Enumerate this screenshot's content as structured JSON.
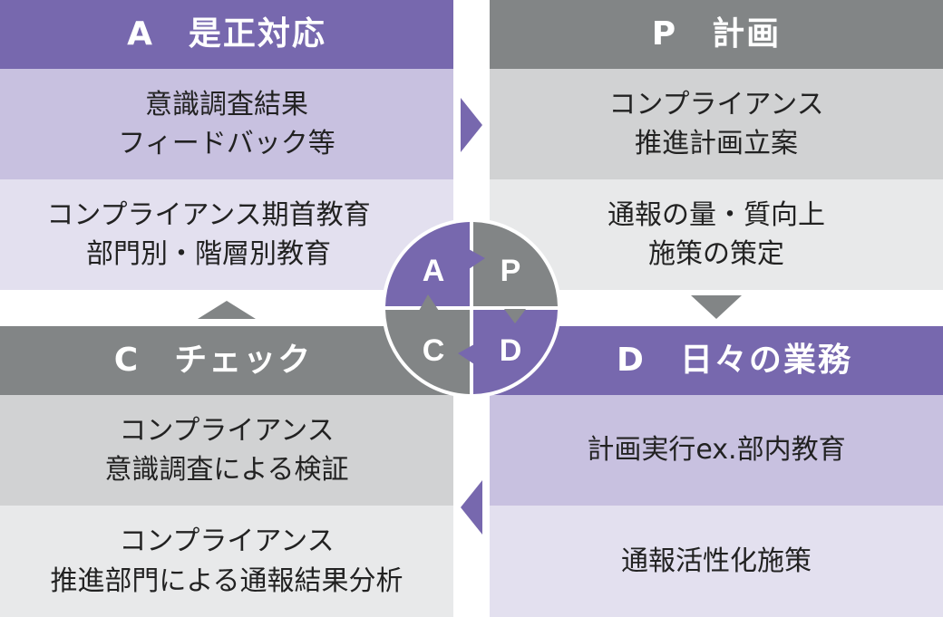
{
  "quadrants": {
    "A": {
      "header": "A　是正対応",
      "row1": "意識調査結果\nフィードバック等",
      "row2": "コンプライアンス期首教育\n部門別・階層別教育"
    },
    "P": {
      "header": "P　計画",
      "row1": "コンプライアンス\n推進計画立案",
      "row2": "通報の量・質向上\n施策の策定"
    },
    "C": {
      "header": "C　チェック",
      "row1": "コンプライアンス\n意識調査による検証",
      "row2": "コンプライアンス\n推進部門による通報結果分析"
    },
    "D": {
      "header": "D　日々の業務",
      "row1": "計画実行ex.部内教育",
      "row2": "通報活性化施策"
    }
  },
  "cycle": {
    "A": "A",
    "P": "P",
    "C": "C",
    "D": "D"
  },
  "colors": {
    "purple": "#7768ae",
    "gray": "#828586"
  }
}
